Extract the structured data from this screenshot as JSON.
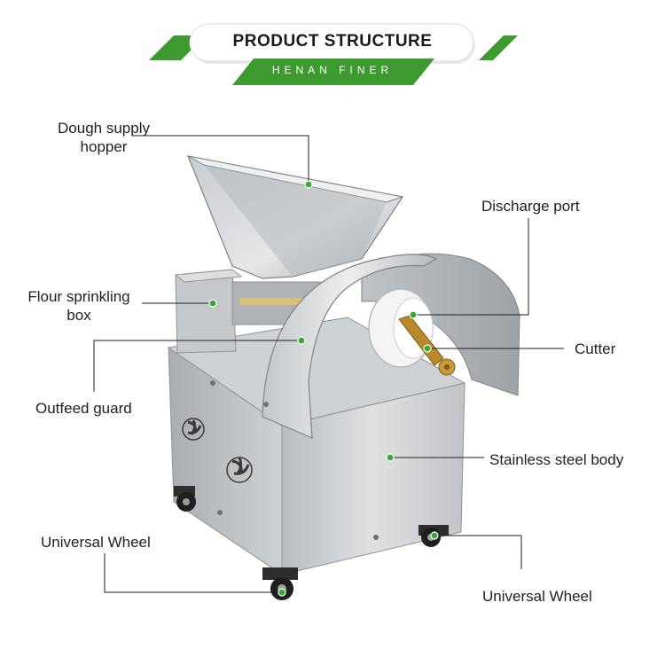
{
  "header": {
    "title": "PRODUCT STRUCTURE",
    "subtitle": "HENAN FINER"
  },
  "colors": {
    "accent_green": "#3d9a2f",
    "marker_green": "#3aa63a",
    "steel_light": "#d6d8da",
    "steel_mid": "#b4b8bc",
    "steel_dark": "#8c9094"
  },
  "labels": {
    "hopper_line1": "Dough supply",
    "hopper_line2": "hopper",
    "flour_line1": "Flour sprinkling",
    "flour_line2": "box",
    "outfeed": "Outfeed guard",
    "wheel_left": "Universal Wheel",
    "discharge": "Discharge port",
    "cutter": "Cutter",
    "body": "Stainless steel body",
    "wheel_right": "Universal Wheel"
  }
}
